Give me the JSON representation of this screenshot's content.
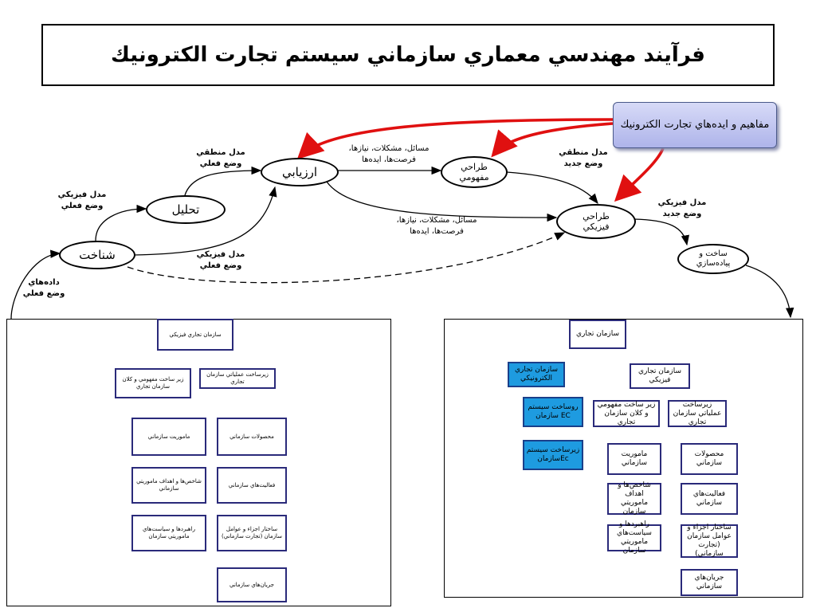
{
  "title": "فرآيند مهندسي معماري سازماني سيستم تجارت الكترونيك",
  "callout": "مفاهيم و ايده‌هاي تجارت الكترونيك",
  "nodes": {
    "recognition": "شناخت",
    "analysis": "تحليل",
    "evaluation": "ارزيابي",
    "conceptual_design": "طراحي مفهومي",
    "physical_design": "طراحي فيزيكي",
    "build": "ساخت و پيادەسازي"
  },
  "labels": {
    "input_data": "داده‌هاي وضع فعلي",
    "current_physical_1": "مدل فيزيكي وضع فعلي",
    "current_physical_2": "مدل فيزيكي وضع فعلي",
    "current_logical": "مدل منطقي وضع فعلي",
    "issues_1": "مسائل، مشكلات، نيازها، فرصت‌ها، ايده‌ها",
    "issues_2": "مسائل، مشكلات، نيازها، فرصت‌ها، ايده‌ها",
    "new_logical": "مدل منطقي وضع جديد",
    "new_physical": "مدل فيزيكي وضع جديد"
  },
  "left_chart": {
    "root": "سازمان تجاري فيزيكي",
    "branch_a": "زير ساخت مفهومي و كلان سازمان تجاري",
    "branch_b": "زيرساخت عملياتي سازمان تجاري",
    "a_items": [
      "ماموريت سازماني",
      "شاخص‌ها و اهداف ماموريتي سازماني",
      "راهبردها و سياست‌هاي ماموريتي سازمان"
    ],
    "b_items": [
      "محصولات سازماني",
      "فعاليت‌هاي سازماني",
      "ساختار اجزاء و عوامل سازمان (تجارت سازماني)",
      "جريان‌هاي سازماني"
    ]
  },
  "right_chart": {
    "root": "سازمان تجاري",
    "ec_org": "سازمان تجاري الكترونيكي",
    "ec_items": [
      "روساخت سيستم EC سازمان",
      "زيرساخت سيستم Ecسازمان"
    ],
    "physical_org": "سازمان تجاري فيزيكي",
    "branch_a": "زير ساخت مفهومي و كلان سازمان تجاري",
    "branch_b": "زيرساخت عملياتي سازمان تجاري",
    "a_items": [
      "ماموريت سازماني",
      "شاخص‌ها و اهداف ماموريتي سازمان",
      "راهبردها و سياست‌هاي ماموريتي سازمان"
    ],
    "b_items": [
      "محصولات سازماني",
      "فعاليت‌هاي سازماني",
      "ساختار اجزاء و عوامل سازمان (تجارت سازماني)",
      "جريان‌هاي سازماني"
    ]
  },
  "colors": {
    "arrow_red": "#e01010",
    "ec_blue": "#1e9be0",
    "org_border": "#2a2a7a",
    "callout_fill": "#c3c8f2"
  }
}
